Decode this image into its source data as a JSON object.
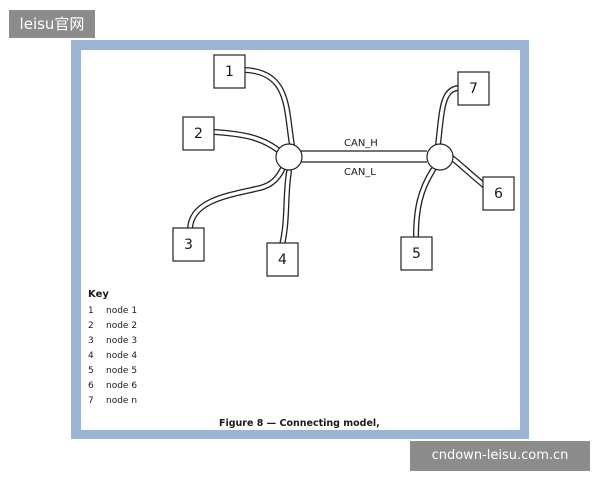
{
  "watermark_top": "leisu官网",
  "watermark_bottom": "cndown-leisu.com.cn",
  "diagram": {
    "bus_high_label": "CAN_H",
    "bus_low_label": "CAN_L",
    "nodes": [
      "1",
      "2",
      "3",
      "4",
      "5",
      "6",
      "7"
    ]
  },
  "key": {
    "title": "Key",
    "items": [
      {
        "num": "1",
        "label": "node 1"
      },
      {
        "num": "2",
        "label": "node 2"
      },
      {
        "num": "3",
        "label": "node 3"
      },
      {
        "num": "4",
        "label": "node 4"
      },
      {
        "num": "5",
        "label": "node 5"
      },
      {
        "num": "6",
        "label": "node 6"
      },
      {
        "num": "7",
        "label": "node n"
      }
    ]
  },
  "caption": "Figure 8 — Connecting model,",
  "colors": {
    "frame": "#9ab4d2",
    "watermark_bg": "#8c8c8c"
  }
}
